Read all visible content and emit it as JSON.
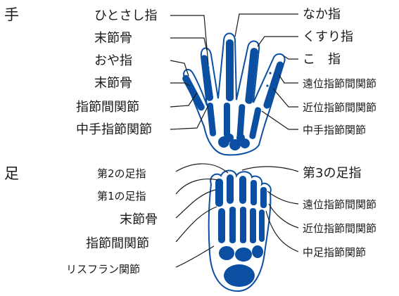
{
  "hand": {
    "section_label": "手",
    "left_labels": [
      "ひとさし指",
      "末節骨",
      "おや指",
      "末節骨",
      "指節間関節",
      "中手指節関節"
    ],
    "right_labels": [
      "なか指",
      "くすり指",
      "こ　指",
      "遠位指節間関節",
      "近位指節間関節",
      "中手指節関節"
    ]
  },
  "foot": {
    "section_label": "足",
    "left_labels": [
      "第2の足指",
      "第1の足指",
      "末節骨",
      "指節間関節",
      "リスフラン関節"
    ],
    "right_labels": [
      "第3の足指",
      "遠位指節間関節",
      "近位指節間関節",
      "中足指節関節"
    ]
  },
  "colors": {
    "bone": "#0b4fa3",
    "text": "#1a1a1a"
  }
}
